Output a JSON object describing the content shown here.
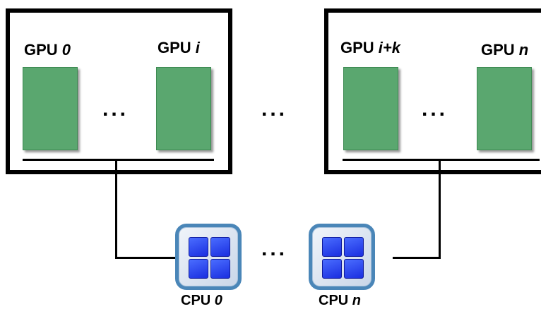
{
  "nodes": [
    {
      "gpus": [
        {
          "prefix": "GPU ",
          "index": "0"
        },
        {
          "prefix": "GPU ",
          "index": "i"
        }
      ],
      "ellipsis": "..."
    },
    {
      "gpus": [
        {
          "prefix": "GPU ",
          "index": "i+k"
        },
        {
          "prefix": "GPU ",
          "index": "n"
        }
      ],
      "ellipsis": "..."
    }
  ],
  "between_nodes_ellipsis": "...",
  "cpus": [
    {
      "prefix": "CPU ",
      "index": "0"
    },
    {
      "prefix": "CPU ",
      "index": "n"
    }
  ],
  "between_cpus_ellipsis": "...",
  "colors": {
    "gpu_fill": "#5aa76f",
    "cpu_border": "#4a86b8",
    "cpu_core": "#2b3ff0"
  }
}
